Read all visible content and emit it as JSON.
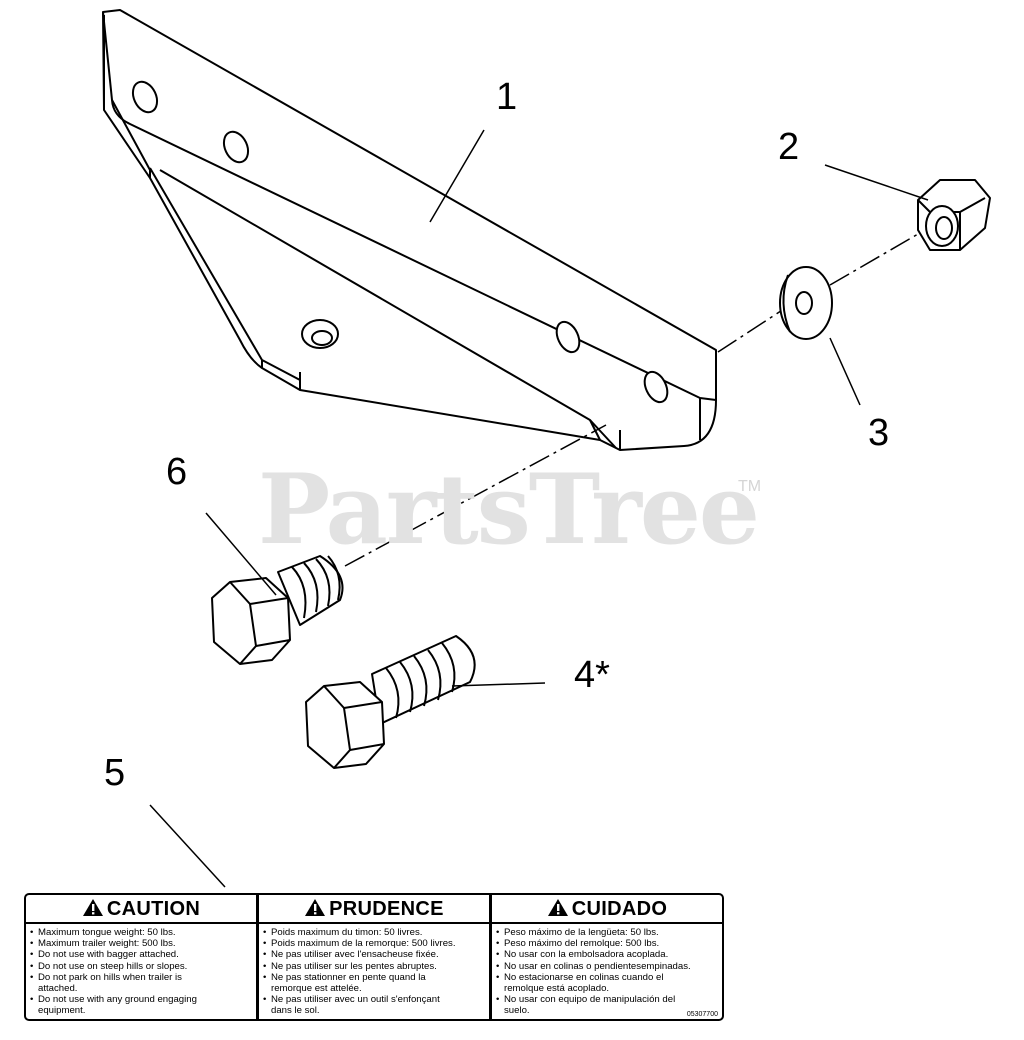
{
  "callouts": {
    "c1": "1",
    "c2": "2",
    "c3": "3",
    "c4": "4*",
    "c5": "5",
    "c6": "6"
  },
  "watermark": {
    "text": "PartsTree",
    "trademark": "TM"
  },
  "decal": {
    "panels": [
      {
        "heading": "CAUTION",
        "lines": [
          "Maximum tongue weight: 50 lbs.",
          "Maximum trailer weight: 500 lbs.",
          "Do not use with bagger attached.",
          "Do not use on steep hills or slopes.",
          "Do not park on hills when trailer is attached.",
          "Do not use with any ground engaging equipment."
        ]
      },
      {
        "heading": "PRUDENCE",
        "lines": [
          "Poids maximum du timon: 50 livres.",
          "Poids maximum de la remorque: 500 livres.",
          "Ne pas utiliser avec l'ensacheuse fixée.",
          "Ne pas utiliser sur les pentes abruptes.",
          "Ne pas stationner en pente quand la remorque est attelée.",
          "Ne pas utiliser avec un outil s'enfonçant dans le sol."
        ]
      },
      {
        "heading": "CUIDADO",
        "lines": [
          "Peso máximo de la lengüeta: 50 lbs.",
          "Peso máximo del remolque: 500 lbs.",
          "No usar con la embolsadora acoplada.",
          "No usar en colinas o pendientesempinadas.",
          "No estacionarse en colinas cuando el remolque está acoplado.",
          "No usar con equipo de manipulación del suelo."
        ]
      }
    ],
    "part_code": "05307700"
  }
}
